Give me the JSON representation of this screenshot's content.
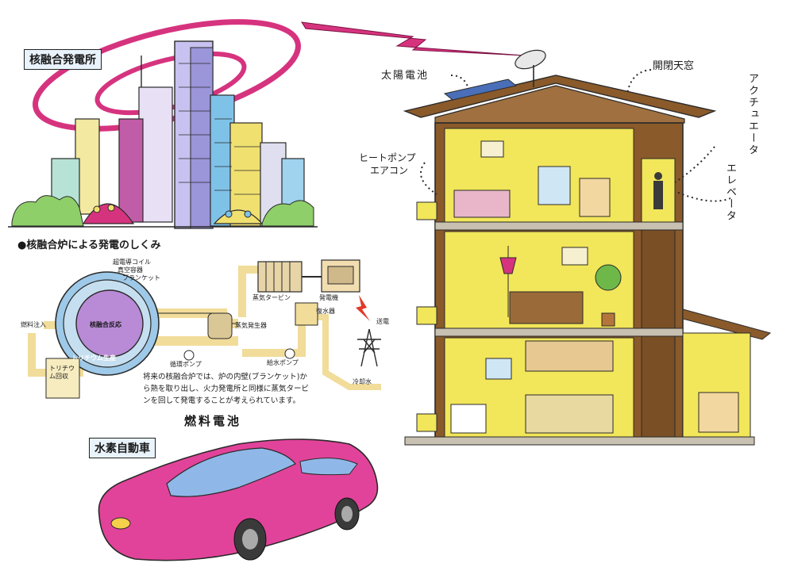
{
  "city": {
    "title": "核融合発電所"
  },
  "reactor": {
    "title": "●核融合炉による発電のしくみ",
    "labels": {
      "coil": "超電導コイル",
      "vessel": "真空容器",
      "blanket": "ブランケット",
      "core": "核融合反応",
      "breeding": "トリチウム生産",
      "fuel_inject": "燃料注入",
      "tritium_recovery": "トリチウム回収",
      "circ_pump": "循環ポンプ",
      "steam_gen": "蒸気発生器",
      "turbine": "蒸気タービン",
      "generator": "発電機",
      "condenser": "復水器",
      "feed_pump": "給水ポンプ",
      "transmission": "送電",
      "cooling_water": "冷却水"
    },
    "note": "将来の核融合炉では、炉の内壁(ブランケット)から熱を取り出し、火力発電所と同様に蒸気タービンを回して発電することが考えられています。"
  },
  "fuel_cell": {
    "title": "燃料電池"
  },
  "car": {
    "title": "水素自動車"
  },
  "house": {
    "solar": "太陽電池",
    "skylight": "開閉天窓",
    "heatpump_line1": "ヒートポンプ",
    "heatpump_line2": "エアコン",
    "actuator": "アクチュエータ",
    "elevator": "エレベータ"
  },
  "colors": {
    "magenta": "#d6337f",
    "wall_yellow": "#f2e65a",
    "beam_brown": "#8a5a2b",
    "outline": "#2a2a2a",
    "pipe": "#f1dc9a",
    "torus_blue": "#9ec9e8",
    "plasma": "#b98ad6"
  }
}
